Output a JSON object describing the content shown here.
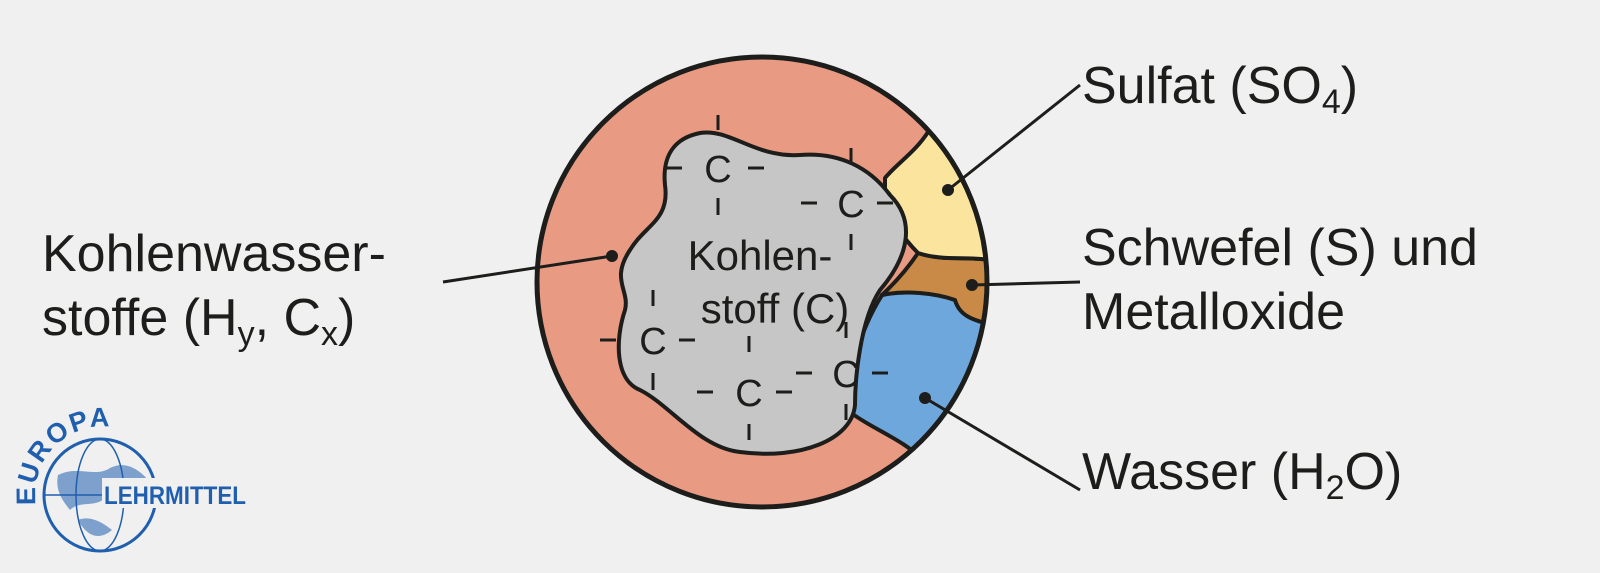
{
  "labels": {
    "hydrocarbons": {
      "line1": "Kohlenwasser-",
      "line2_pre": "stoffe (H",
      "sub_y": "y",
      "line2_mid": ", C",
      "sub_x": "x",
      "line2_post": ")"
    },
    "sulfate": {
      "pre": "Sulfat (SO",
      "sub": "4",
      "post": ")"
    },
    "sulfur": {
      "line1": "Schwefel (S) und",
      "line2": "Metalloxide"
    },
    "water": {
      "pre": "Wasser (H",
      "sub": "2",
      "post": "O)"
    },
    "carbon_line1": "Kohlen-",
    "carbon_line2": "stoff (C)",
    "carbon_symbol": "C"
  },
  "logo": {
    "arc_text": "EUROPA",
    "text": "LEHRMITTEL"
  },
  "colors": {
    "background": "#f0f0f0",
    "hydrocarbon_fill": "#e89a82",
    "carbon_fill": "#c6c6c6",
    "sulfate_fill": "#fbe59e",
    "sulfur_fill": "#c98a47",
    "water_fill": "#6ea7dc",
    "outline": "#1d1d1b",
    "logo_blue": "#1f5fae"
  }
}
